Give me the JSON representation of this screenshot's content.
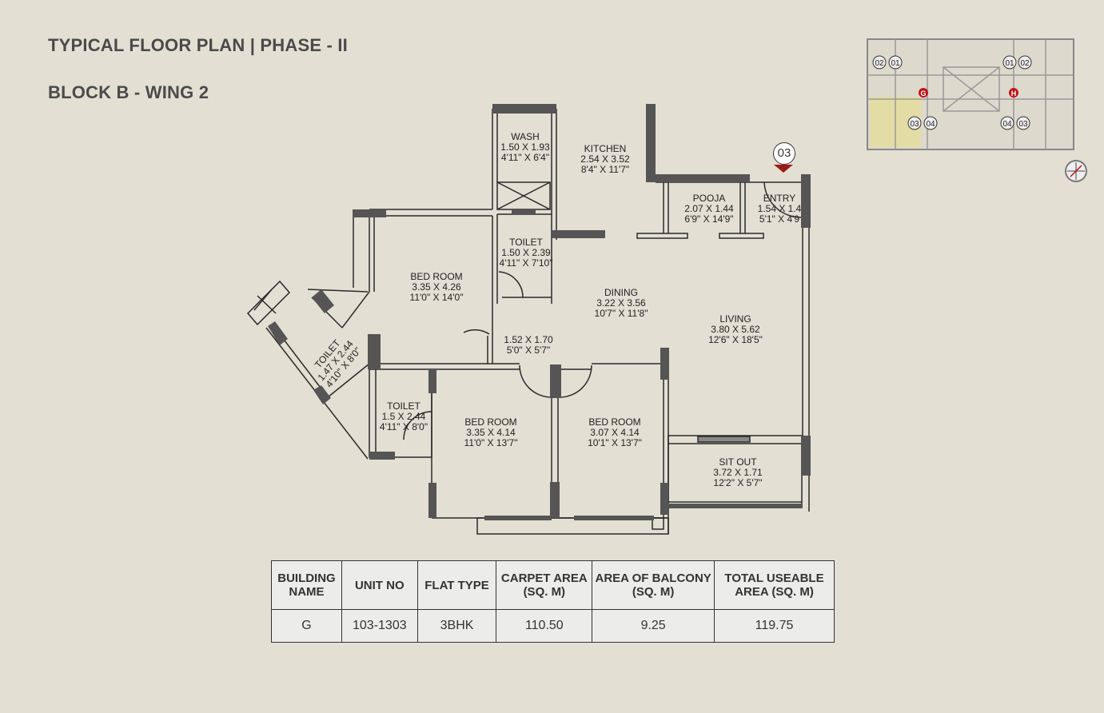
{
  "header": {
    "title": "TYPICAL FLOOR PLAN | PHASE - II",
    "subtitle": "BLOCK B - WING 2"
  },
  "unit_marker": "03",
  "rooms": [
    {
      "name": "WASH",
      "metric": "1.50 X 1.93",
      "imperial": "4'11\" X 6'4\""
    },
    {
      "name": "KITCHEN",
      "metric": "2.54 X 3.52",
      "imperial": "8'4\" X 11'7\""
    },
    {
      "name": "POOJA",
      "metric": "2.07 X 1.44",
      "imperial": "6'9\" X 14'9\""
    },
    {
      "name": "ENTRY",
      "metric": "1.54 X 1.4",
      "imperial": "5'1\" X 4'9"
    },
    {
      "name": "TOILET",
      "metric": "1.50 X 2.39",
      "imperial": "4'11\" X 7'10\""
    },
    {
      "name": "BED ROOM",
      "metric": "3.35 X 4.26",
      "imperial": "11'0\" X 14'0\""
    },
    {
      "name": "DINING",
      "metric": "3.22 X 3.56",
      "imperial": "10'7\" X 11'8\""
    },
    {
      "name": "",
      "metric": "1.52 X 1.70",
      "imperial": "5'0\" X 5'7\""
    },
    {
      "name": "LIVING",
      "metric": "3.80 X 5.62",
      "imperial": "12'6\" X 18'5\""
    },
    {
      "name": "TOILET",
      "metric": "1.47 X 2.44",
      "imperial": "4'10\" X 8'0\""
    },
    {
      "name": "TOILET",
      "metric": "1.5 X 2.44",
      "imperial": "4'11\" X 8'0\""
    },
    {
      "name": "BED ROOM",
      "metric": "3.35 X 4.14",
      "imperial": "11'0\" X 13'7\""
    },
    {
      "name": "BED ROOM",
      "metric": "3.07 X 4.14",
      "imperial": "10'1\" X 13'7\""
    },
    {
      "name": "SIT OUT",
      "metric": "3.72 X 1.71",
      "imperial": "12'2\" X 5'7\""
    }
  ],
  "key_plan": {
    "units": [
      "02",
      "01",
      "01",
      "02",
      "03",
      "04",
      "04",
      "03"
    ],
    "buildings": [
      "G",
      "H"
    ],
    "highlight_color": "#e3dca4",
    "marker_color": "#c0121a"
  },
  "table": {
    "headers": [
      "BUILDING NAME",
      "UNIT NO",
      "FLAT TYPE",
      "CARPET AREA (SQ. M)",
      "AREA OF BALCONY (SQ. M)",
      "TOTAL USEABLE AREA (SQ. M)"
    ],
    "rows": [
      [
        "G",
        "103-1303",
        "3BHK",
        "110.50",
        "9.25",
        "119.75"
      ]
    ]
  }
}
